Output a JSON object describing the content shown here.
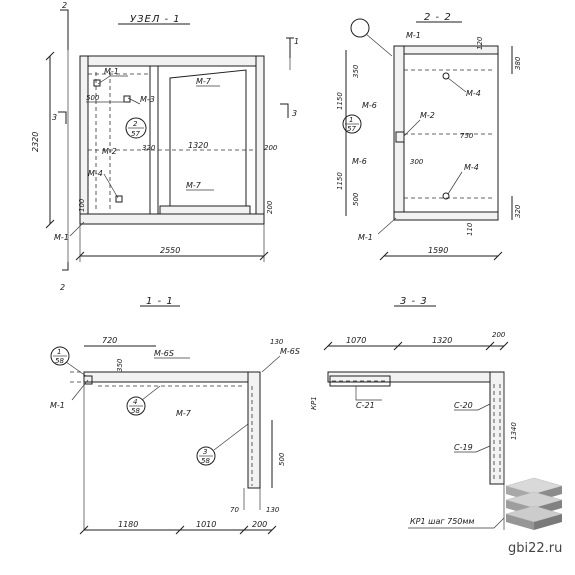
{
  "titles": {
    "node1": "УЗЕЛ - 1",
    "sec22": "2 - 2",
    "sec11": "1 - 1",
    "sec33": "3 - 3"
  },
  "node1": {
    "cut2_top": "2",
    "cut2_bottom": "2",
    "cut1_right": "1",
    "cut3_left": "3",
    "cut3_right": "3",
    "m1_top": "М-1",
    "m1_bottom": "М-1",
    "m3": "М-3",
    "m2": "М-2",
    "m4": "М-4",
    "m7a": "М-7",
    "m7b": "М-7",
    "circle_num": "2",
    "circle_sub": "57",
    "dim_500": "500",
    "dim_320": "320",
    "dim_1320": "1320",
    "dim_100": "100",
    "dim_2550": "2550",
    "dim_2320": "2320",
    "dim_200a": "200",
    "dim_200b": "200"
  },
  "sec22": {
    "m1_top": "М-1",
    "m1_bottom": "М-1",
    "m4a": "М-4",
    "m4b": "М-4",
    "m6a": "М-6",
    "m6b": "М-6",
    "m2": "М-2",
    "circle_num": "1",
    "circle_sub": "57",
    "dim_350": "350",
    "dim_1150a": "1150",
    "dim_1150b": "1150",
    "dim_500": "500",
    "dim_750": "750",
    "dim_300": "300",
    "dim_1590": "1590",
    "dim_120": "120",
    "dim_110": "110",
    "dim_380": "380",
    "dim_320": "320"
  },
  "sec11": {
    "dim_720": "720",
    "dim_130top": "130",
    "m6s": "М-6S",
    "m6l": "М-6S",
    "m1": "М-1",
    "m7": "М-7",
    "dim_350": "350",
    "dim_500": "500",
    "dim_70": "70",
    "dim_130": "130",
    "dim_1180": "1180",
    "dim_1010": "1010",
    "dim_200": "200",
    "circle1_num": "1",
    "circle1_sub": "58",
    "circle2_num": "4",
    "circle2_sub": "58",
    "circle3_num": "3",
    "circle3_sub": "58"
  },
  "sec33": {
    "dim_1070": "1070",
    "dim_1320": "1320",
    "dim_200": "200",
    "kr1": "КР1",
    "c21": "С-21",
    "c20": "С-20",
    "c19": "С-19",
    "dim_1340": "1340",
    "note": "КР1 шаг 750мм"
  },
  "watermark": "gbi22.ru"
}
